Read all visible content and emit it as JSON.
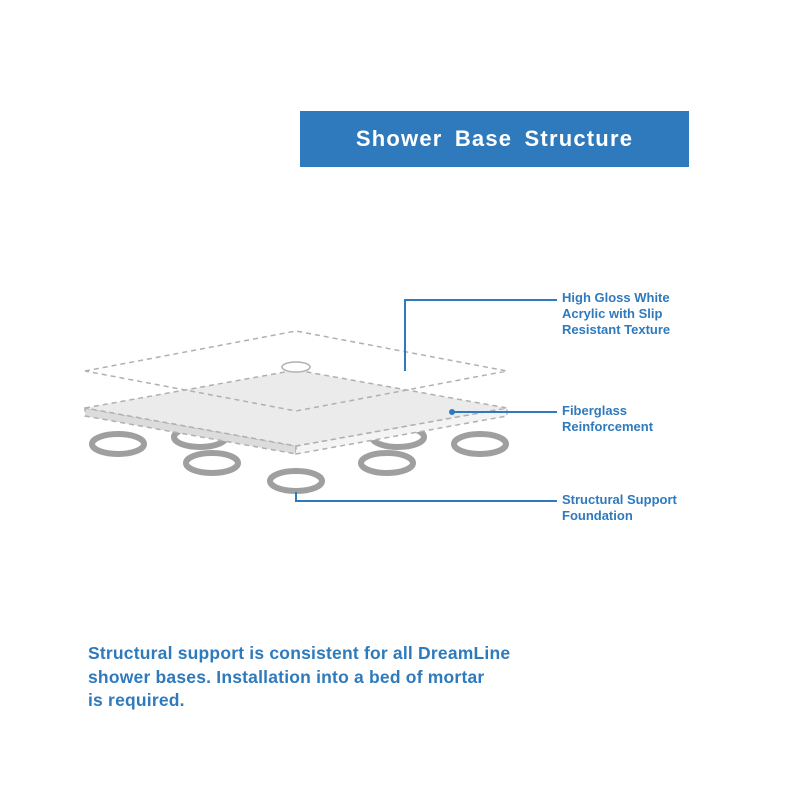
{
  "banner": {
    "title": "Shower Base Structure"
  },
  "callouts": {
    "acrylic": {
      "lines": [
        "High Gloss White",
        "Acrylic with Slip",
        "Resistant Texture"
      ]
    },
    "fiberglass": {
      "lines": [
        "Fiberglass",
        "Reinforcement"
      ]
    },
    "support": {
      "lines": [
        "Structural Support",
        "Foundation"
      ]
    }
  },
  "footer": {
    "lines": [
      "Structural support is consistent for all DreamLine",
      "shower bases. Installation into a bed of mortar",
      "is required."
    ]
  },
  "colors": {
    "accent_blue": "#2e7abd",
    "banner_background": "#2e7abd",
    "banner_text": "#ffffff",
    "diagram_line_gray": "#b0b0b0",
    "ring_gray": "#9f9f9f",
    "slab_fill": "#ebebeb"
  }
}
